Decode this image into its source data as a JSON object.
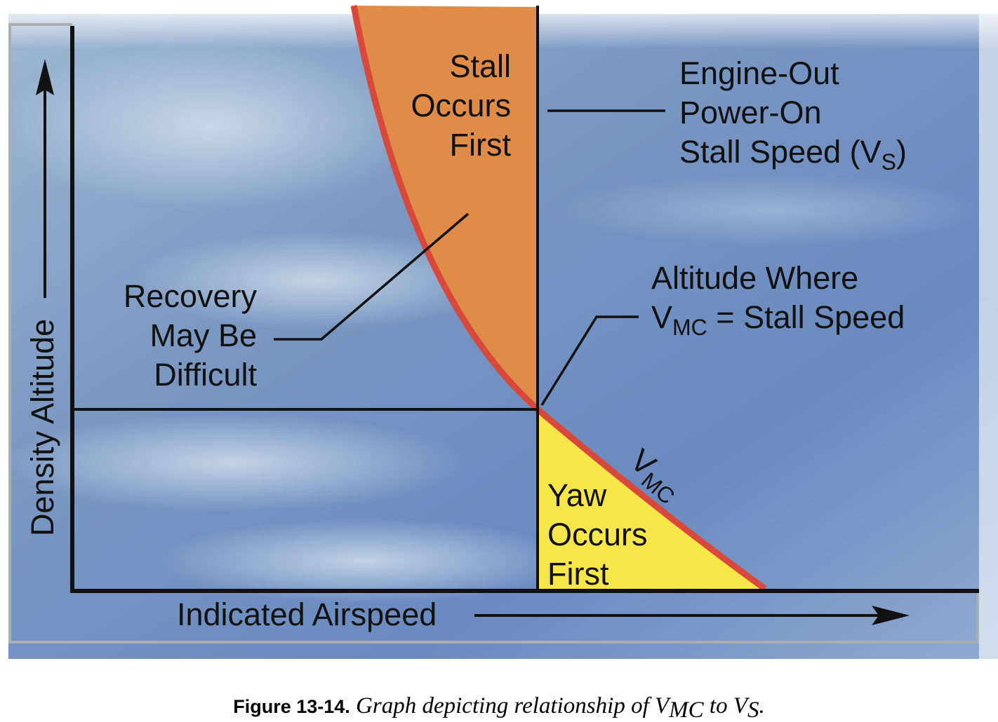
{
  "diagram": {
    "stall_region": [
      "Stall",
      "Occurs",
      "First"
    ],
    "engine_out": [
      "Engine-Out",
      "Power-On",
      "Stall Speed (V",
      "S",
      ")"
    ],
    "altitude_where": {
      "line1": "Altitude  Where",
      "v": "V",
      "sub": "MC",
      "rest": " = Stall Speed"
    },
    "recovery": [
      "Recovery",
      "May Be",
      "Difficult"
    ],
    "yaw_region": [
      "Yaw",
      "Occurs",
      "First"
    ],
    "vmc_curve_label": {
      "v": "V",
      "sub": "MC"
    },
    "y_axis_label": "Density Altitude",
    "x_axis_label": "Indicated Airspeed",
    "colors": {
      "stall_fill": "#de8c48",
      "yaw_fill": "#f7e64a",
      "curve": "#d8493c",
      "sky": "#6f8fbd"
    }
  },
  "caption": {
    "figure": "Figure 13-14.",
    "text": " Graph depicting relationship of V",
    "sub1": "MC",
    "mid": " to V",
    "sub2": "S",
    "end": "."
  }
}
